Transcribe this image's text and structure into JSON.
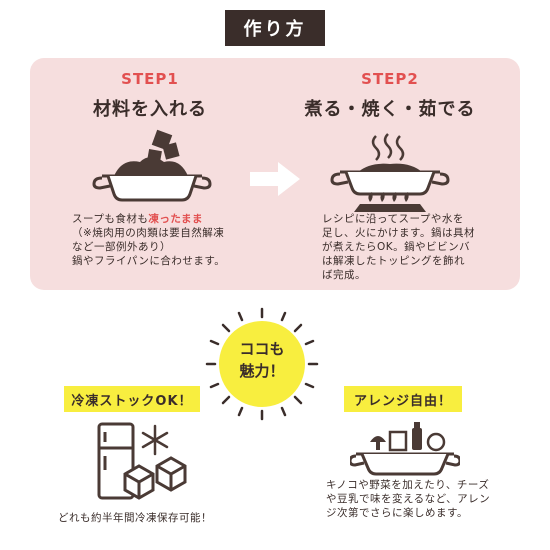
{
  "header": {
    "title": "作り方"
  },
  "step1": {
    "label": "STEP1",
    "title": "材料を入れる",
    "desc_line1_prefix": "スープも食材も",
    "desc_line1_highlight": "凍ったまま",
    "desc_line2": "（※焼肉用の肉類は要自然解凍",
    "desc_line3": "など一部例外あり）",
    "desc_line4": "鍋やフライパンに合わせます。"
  },
  "step2": {
    "label": "STEP2",
    "title": "煮る・焼く・茹でる",
    "desc_line1": "レシピに沿ってスープや水を",
    "desc_line2": "足し、火にかけます。鍋は具材",
    "desc_line3": "が煮えたらOK。鍋やビビンバ",
    "desc_line4": "は解凍したトッピングを飾れ",
    "desc_line5": "ば完成。"
  },
  "badge": {
    "line1": "ココも",
    "line2": "魅力！"
  },
  "feature_left": {
    "tag": "冷凍ストックOK！",
    "caption": "どれも約半年間冷凍保存可能！"
  },
  "feature_right": {
    "tag": "アレンジ自由！",
    "caption_line1": "キノコや野菜を加えたり、チーズ",
    "caption_line2": "や豆乳で味を変えるなど、アレン",
    "caption_line3": "ジ次第でさらに楽しめます。"
  },
  "colors": {
    "accent_red": "#e25050",
    "panel_pink": "#f6dede",
    "badge_yellow": "#f8ee3f",
    "dark_brown": "#3a2d2a"
  }
}
